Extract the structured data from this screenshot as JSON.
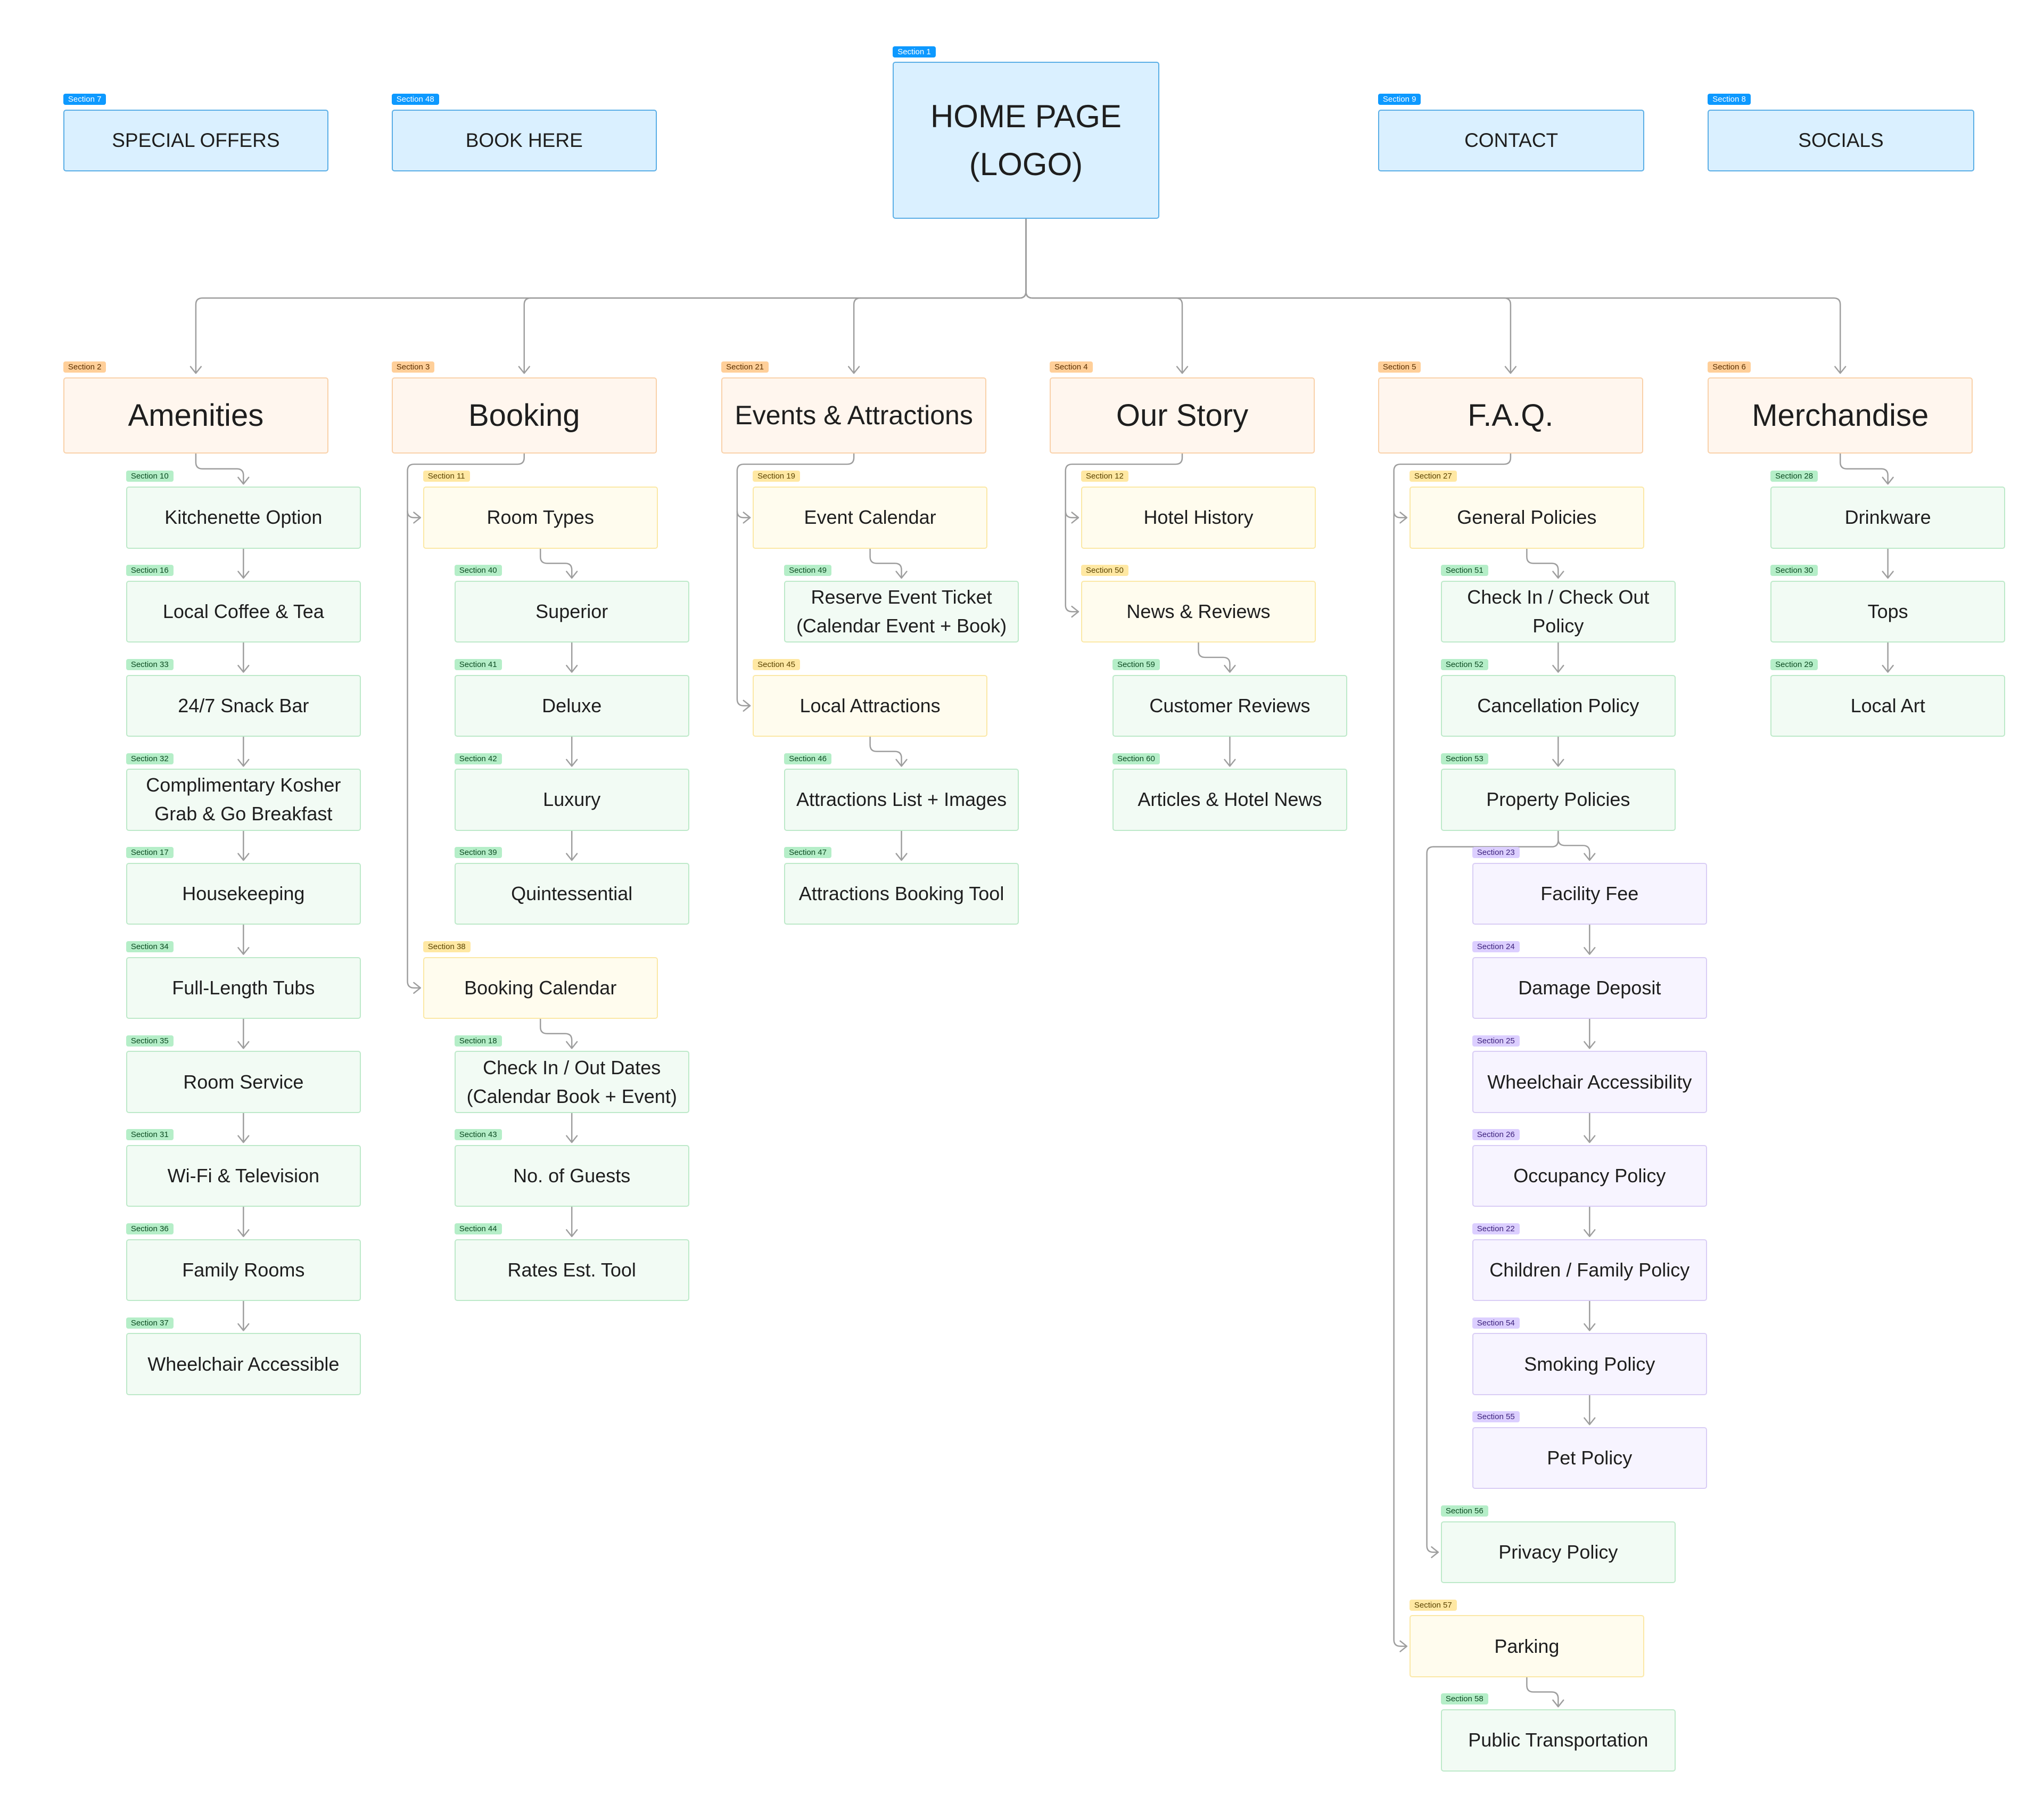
{
  "top_nav": [
    {
      "tag": "Section 7",
      "label": "SPECIAL OFFERS",
      "color": "blue"
    },
    {
      "tag": "Section 48",
      "label": "BOOK HERE",
      "color": "blue"
    },
    {
      "tag": "Section 1",
      "label": "HOME PAGE (LOGO)",
      "color": "blue"
    },
    {
      "tag": "Section 9",
      "label": "CONTACT",
      "color": "blue"
    },
    {
      "tag": "Section 8",
      "label": "SOCIALS",
      "color": "blue"
    }
  ],
  "columns": [
    {
      "tag": "Section 2",
      "label": "Amenities",
      "color": "orange",
      "items": [
        {
          "tag": "Section 10",
          "label": "Kitchenette Option",
          "color": "green"
        },
        {
          "tag": "Section 16",
          "label": "Local Coffee & Tea",
          "color": "green"
        },
        {
          "tag": "Section 33",
          "label": "24/7 Snack Bar",
          "color": "green"
        },
        {
          "tag": "Section 32",
          "label": "Complimentary Kosher Grab & Go Breakfast",
          "color": "green"
        },
        {
          "tag": "Section 17",
          "label": "Housekeeping",
          "color": "green"
        },
        {
          "tag": "Section 34",
          "label": "Full-Length Tubs",
          "color": "green"
        },
        {
          "tag": "Section 35",
          "label": "Room Service",
          "color": "green"
        },
        {
          "tag": "Section 31",
          "label": "Wi-Fi & Television",
          "color": "green"
        },
        {
          "tag": "Section 36",
          "label": "Family Rooms",
          "color": "green"
        },
        {
          "tag": "Section 37",
          "label": "Wheelchair Accessible",
          "color": "green"
        }
      ]
    },
    {
      "tag": "Section 3",
      "label": "Booking",
      "color": "orange",
      "items": [
        {
          "tag": "Section 11",
          "label": "Room Types",
          "color": "yellow"
        },
        {
          "tag": "Section 40",
          "label": "Superior",
          "color": "green"
        },
        {
          "tag": "Section 41",
          "label": "Deluxe",
          "color": "green"
        },
        {
          "tag": "Section 42",
          "label": "Luxury",
          "color": "green"
        },
        {
          "tag": "Section 39",
          "label": "Quintessential",
          "color": "green"
        },
        {
          "tag": "Section 38",
          "label": "Booking Calendar",
          "color": "yellow"
        },
        {
          "tag": "Section 18",
          "label": "Check In / Out Dates (Calendar Book + Event)",
          "color": "green"
        },
        {
          "tag": "Section 43",
          "label": "No. of Guests",
          "color": "green"
        },
        {
          "tag": "Section 44",
          "label": "Rates Est. Tool",
          "color": "green"
        }
      ]
    },
    {
      "tag": "Section 21",
      "label": "Events & Attractions",
      "color": "orange",
      "items": [
        {
          "tag": "Section 19",
          "label": "Event Calendar",
          "color": "yellow"
        },
        {
          "tag": "Section 49",
          "label": "Reserve Event Ticket (Calendar Event + Book)",
          "color": "green"
        },
        {
          "tag": "Section 45",
          "label": "Local Attractions",
          "color": "yellow"
        },
        {
          "tag": "Section 46",
          "label": "Attractions List + Images",
          "color": "green"
        },
        {
          "tag": "Section 47",
          "label": "Attractions Booking Tool",
          "color": "green"
        }
      ]
    },
    {
      "tag": "Section 4",
      "label": "Our Story",
      "color": "orange",
      "items": [
        {
          "tag": "Section 12",
          "label": "Hotel History",
          "color": "yellow"
        },
        {
          "tag": "Section 50",
          "label": "News & Reviews",
          "color": "yellow"
        },
        {
          "tag": "Section 59",
          "label": "Customer Reviews",
          "color": "green"
        },
        {
          "tag": "Section 60",
          "label": "Articles & Hotel News",
          "color": "green"
        }
      ]
    },
    {
      "tag": "Section 5",
      "label": "F.A.Q.",
      "color": "orange",
      "items": [
        {
          "tag": "Section 27",
          "label": "General Policies",
          "color": "yellow"
        },
        {
          "tag": "Section 51",
          "label": "Check In / Check Out Policy",
          "color": "green"
        },
        {
          "tag": "Section 52",
          "label": "Cancellation Policy",
          "color": "green"
        },
        {
          "tag": "Section 53",
          "label": "Property Policies",
          "color": "green"
        },
        {
          "tag": "Section 23",
          "label": "Facility Fee",
          "color": "purple"
        },
        {
          "tag": "Section 24",
          "label": "Damage Deposit",
          "color": "purple"
        },
        {
          "tag": "Section 25",
          "label": "Wheelchair Accessibility",
          "color": "purple"
        },
        {
          "tag": "Section 26",
          "label": "Occupancy Policy",
          "color": "purple"
        },
        {
          "tag": "Section 22",
          "label": "Children / Family Policy",
          "color": "purple"
        },
        {
          "tag": "Section 54",
          "label": "Smoking Policy",
          "color": "purple"
        },
        {
          "tag": "Section 55",
          "label": "Pet Policy",
          "color": "purple"
        },
        {
          "tag": "Section 56",
          "label": "Privacy Policy",
          "color": "green"
        },
        {
          "tag": "Section 57",
          "label": "Parking",
          "color": "yellow"
        },
        {
          "tag": "Section 58",
          "label": "Public Transportation",
          "color": "green"
        }
      ]
    },
    {
      "tag": "Section 6",
      "label": "Merchandise",
      "color": "orange",
      "items": [
        {
          "tag": "Section 28",
          "label": "Drinkware",
          "color": "green"
        },
        {
          "tag": "Section 30",
          "label": "Tops",
          "color": "green"
        },
        {
          "tag": "Section 29",
          "label": "Local Art",
          "color": "green"
        }
      ]
    }
  ],
  "palette": {
    "blue": {
      "fill": "#daf0ff",
      "border": "#5aaee6",
      "tag_fill": "#0d99ff",
      "tag_text": "#ffffff"
    },
    "orange": {
      "fill": "#fff6ee",
      "border": "#f9d1a9",
      "tag_fill": "#ffcf99",
      "tag_text": "#5c3000"
    },
    "yellow": {
      "fill": "#fffcee",
      "border": "#fbe8a6",
      "tag_fill": "#ffe8a3",
      "tag_text": "#5a4300"
    },
    "green": {
      "fill": "#f2fbf4",
      "border": "#bde9c9",
      "tag_fill": "#b5eec8",
      "tag_text": "#0b4a21"
    },
    "purple": {
      "fill": "#f7f4ff",
      "border": "#d9cdf5",
      "tag_fill": "#dccfff",
      "tag_text": "#3a1f7a"
    }
  },
  "connector_color": "#9e9e9e",
  "text_color": "#1e1e1e"
}
